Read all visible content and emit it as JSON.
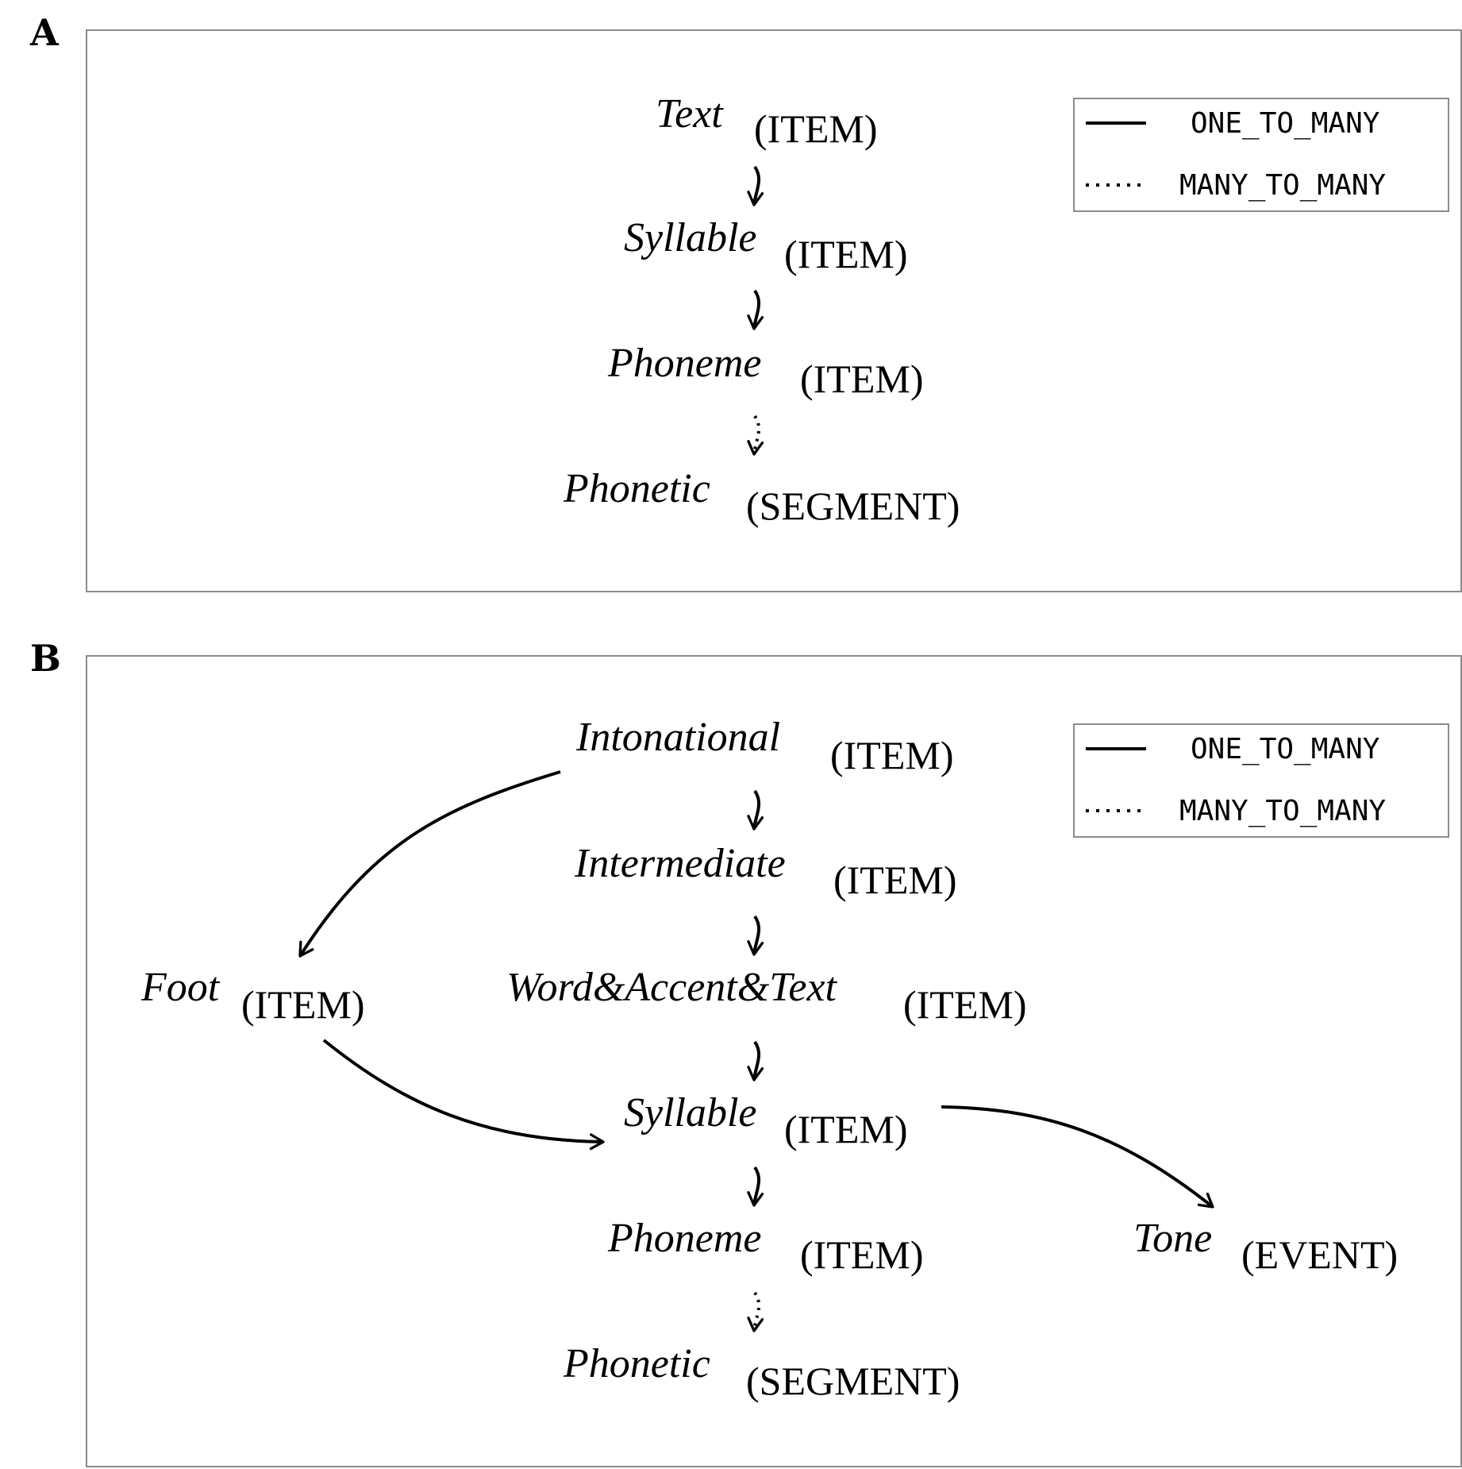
{
  "panels": {
    "a": {
      "label": "A",
      "nodes": {
        "text": {
          "name": "Text",
          "type": "(ITEM)"
        },
        "syllable": {
          "name": "Syllable",
          "type": "(ITEM)"
        },
        "phoneme": {
          "name": "Phoneme",
          "type": "(ITEM)"
        },
        "phonetic": {
          "name": "Phonetic",
          "type": "(SEGMENT)"
        }
      },
      "legend": {
        "one_to_many": "ONE_TO_MANY",
        "many_to_many": "MANY_TO_MANY"
      }
    },
    "b": {
      "label": "B",
      "nodes": {
        "intonational": {
          "name": "Intonational",
          "type": "(ITEM)"
        },
        "intermediate": {
          "name": "Intermediate",
          "type": "(ITEM)"
        },
        "foot": {
          "name": "Foot",
          "type": "(ITEM)"
        },
        "word_accent_text": {
          "name": "Word&Accent&Text",
          "type": "(ITEM)"
        },
        "syllable": {
          "name": "Syllable",
          "type": "(ITEM)"
        },
        "phoneme": {
          "name": "Phoneme",
          "type": "(ITEM)"
        },
        "tone": {
          "name": "Tone",
          "type": "(EVENT)"
        },
        "phonetic": {
          "name": "Phonetic",
          "type": "(SEGMENT)"
        }
      },
      "legend": {
        "one_to_many": "ONE_TO_MANY",
        "many_to_many": "MANY_TO_MANY"
      }
    }
  }
}
